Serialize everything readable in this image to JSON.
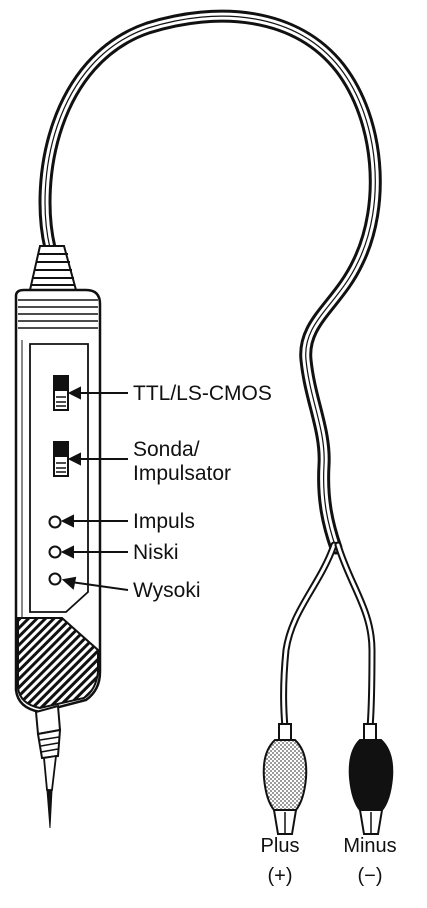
{
  "labels": {
    "mode_switch": "TTL/LS-CMOS",
    "function_switch_line1": "Sonda/",
    "function_switch_line2": "Impulsator",
    "led_pulse": "Impuls",
    "led_low": "Niski",
    "led_high": "Wysoki",
    "clip_plus": "Plus",
    "clip_plus_sign": "(+)",
    "clip_minus": "Minus",
    "clip_minus_sign": "(−)"
  }
}
